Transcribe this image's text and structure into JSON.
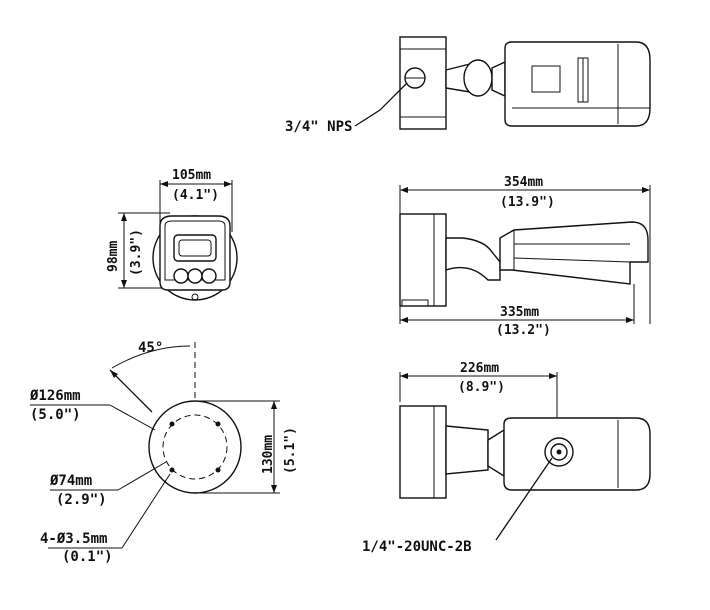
{
  "labels": {
    "nps": "3/4\" NPS",
    "width_mm": "105mm",
    "width_in": "(4.1\")",
    "height_mm": "98mm",
    "height_in": "(3.9\")",
    "length_mm": "354mm",
    "length_in": "(13.9\")",
    "body_mm": "335mm",
    "body_in": "(13.2\")",
    "angle": "45°",
    "dia_base_mm": "Ø126mm",
    "dia_base_in": "(5.0\")",
    "base_h_mm": "130mm",
    "base_h_in": "(5.1\")",
    "dia_holes_mm": "Ø74mm",
    "dia_holes_in": "(2.9\")",
    "hole_mm": "4-Ø3.5mm",
    "hole_in": "(0.1\")",
    "mount_mm": "226mm",
    "mount_in": "(8.9\")",
    "thread": "1/4\"-20UNC-2B"
  }
}
